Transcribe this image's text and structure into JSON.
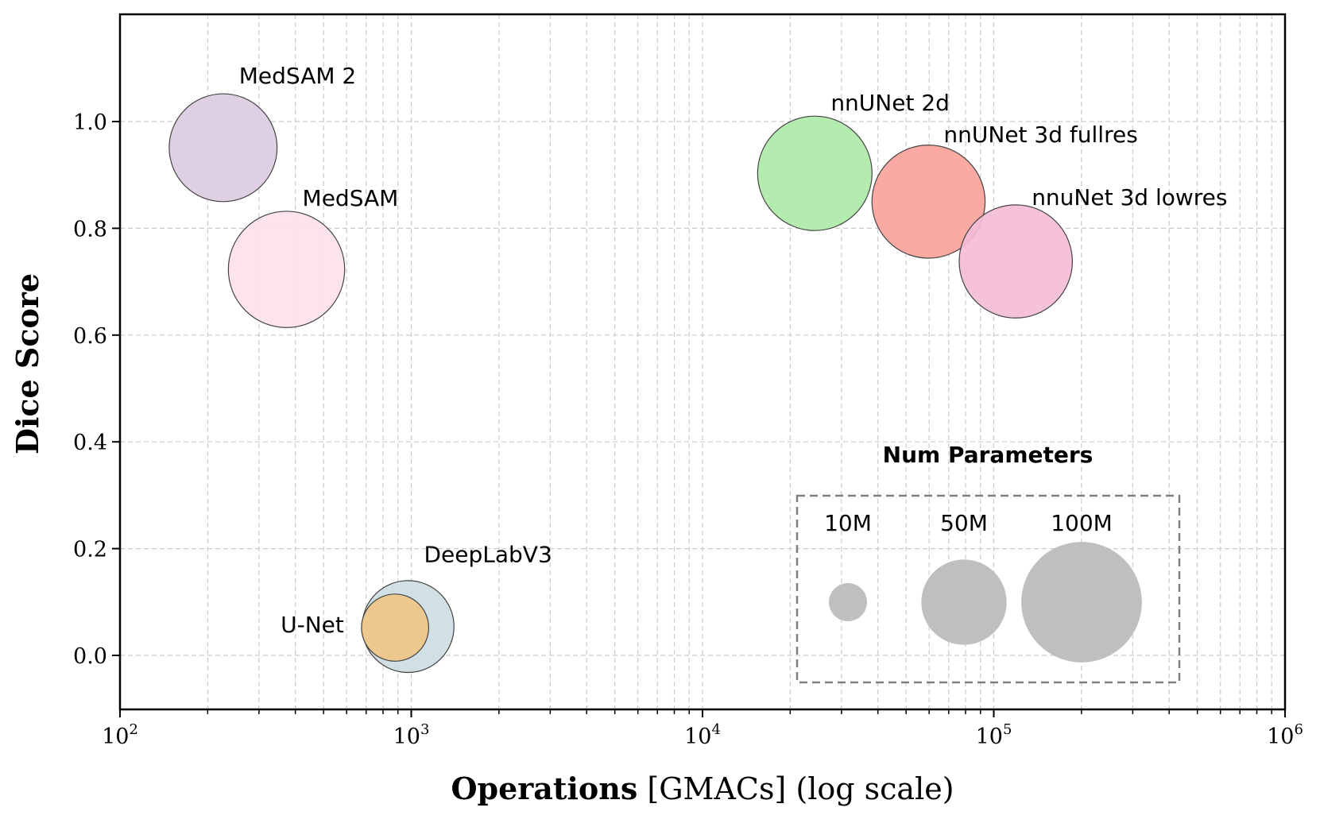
{
  "chart_data": {
    "type": "scatter",
    "subtype": "bubble",
    "title": "",
    "xlabel": "Operations [GMACs] (log scale)",
    "xlabel_bold": "Operations",
    "xlabel_rest": " [GMACs] (log scale)",
    "ylabel": "Dice Score",
    "xscale": "log",
    "xlim": [
      100,
      1000000
    ],
    "ylim": [
      -0.1,
      1.2
    ],
    "x_ticks": [
      {
        "value": 100,
        "base": "10",
        "exp": "2"
      },
      {
        "value": 1000,
        "base": "10",
        "exp": "3"
      },
      {
        "value": 10000,
        "base": "10",
        "exp": "4"
      },
      {
        "value": 100000,
        "base": "10",
        "exp": "5"
      },
      {
        "value": 1000000,
        "base": "10",
        "exp": "6"
      }
    ],
    "y_ticks": [
      {
        "value": 0.0,
        "label": "0.0"
      },
      {
        "value": 0.2,
        "label": "0.2"
      },
      {
        "value": 0.4,
        "label": "0.4"
      },
      {
        "value": 0.6,
        "label": "0.6"
      },
      {
        "value": 0.8,
        "label": "0.8"
      },
      {
        "value": 1.0,
        "label": "1.0"
      }
    ],
    "grid": true,
    "grid_style": "dashed, major and minor",
    "size_encoding": "Num Parameters (bubble area)",
    "points": [
      {
        "name": "MedSAM 2",
        "x": 226,
        "y": 0.951,
        "params_m": 80,
        "color": "#dccbdf",
        "label_dx": 20,
        "label_dy": -81
      },
      {
        "name": "MedSAM",
        "x": 373,
        "y": 0.723,
        "params_m": 93,
        "color": "#fde1e8",
        "label_dx": 20,
        "label_dy": -80
      },
      {
        "name": "DeepLabV3",
        "x": 975,
        "y": 0.054,
        "params_m": 58,
        "color": "#ccdde2",
        "label_dx": 20,
        "label_dy": -81
      },
      {
        "name": "U-Net",
        "x": 880,
        "y": 0.052,
        "params_m": 31,
        "color": "#eec687",
        "label_dx": -144,
        "label_dy": 6
      },
      {
        "name": "nnUNet 2d",
        "x": 24300,
        "y": 0.903,
        "params_m": 90,
        "color": "#aeeaa8",
        "label_dx": 20,
        "label_dy": -79
      },
      {
        "name": "nnUNet 3d fullres",
        "x": 59700,
        "y": 0.85,
        "params_m": 88,
        "color": "#fba39b",
        "label_dx": 19,
        "label_dy": -75
      },
      {
        "name": "nnuNet 3d lowres",
        "x": 119000,
        "y": 0.738,
        "params_m": 88,
        "color": "#f5bdd7",
        "label_dx": 20,
        "label_dy": -71
      }
    ],
    "legend": {
      "title": "Num Parameters",
      "position": "lower right",
      "entries": [
        {
          "label": "10M",
          "params_m": 10,
          "color": "#bfbfbf"
        },
        {
          "label": "50M",
          "params_m": 50,
          "color": "#bfbfbf"
        },
        {
          "label": "100M",
          "params_m": 100,
          "color": "#bfbfbf"
        }
      ]
    }
  }
}
